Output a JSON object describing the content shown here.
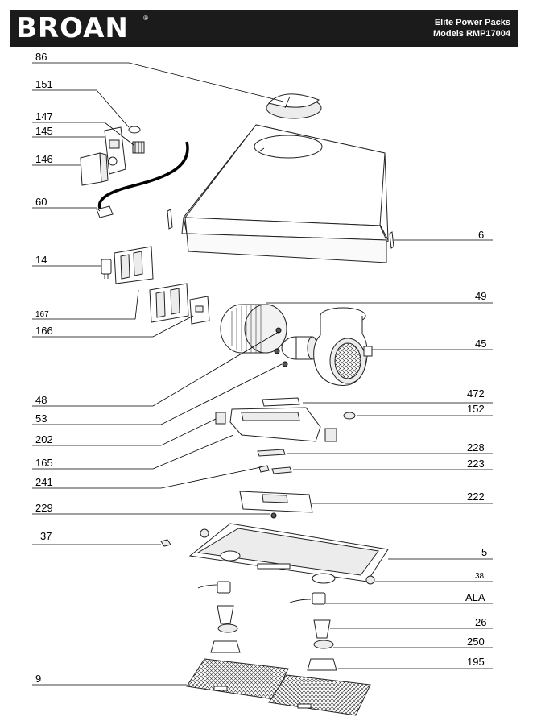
{
  "header": {
    "brand": "BROAN",
    "line1": "Elite Power Packs",
    "line2": "Models RMP17004"
  },
  "callouts": {
    "c86": "86",
    "c151": "151",
    "c147": "147",
    "c145": "145",
    "c146": "146",
    "c60": "60",
    "c6": "6",
    "c14": "14",
    "c167": "167",
    "c166": "166",
    "c49": "49",
    "c45": "45",
    "c48": "48",
    "c53": "53",
    "c472": "472",
    "c152": "152",
    "c202": "202",
    "c228": "228",
    "c165": "165",
    "c223": "223",
    "c241": "241",
    "c222": "222",
    "c229": "229",
    "c37": "37",
    "c5": "5",
    "c38": "38",
    "cALA": "ALA",
    "c26": "26",
    "c250": "250",
    "c195": "195",
    "c9": "9"
  }
}
